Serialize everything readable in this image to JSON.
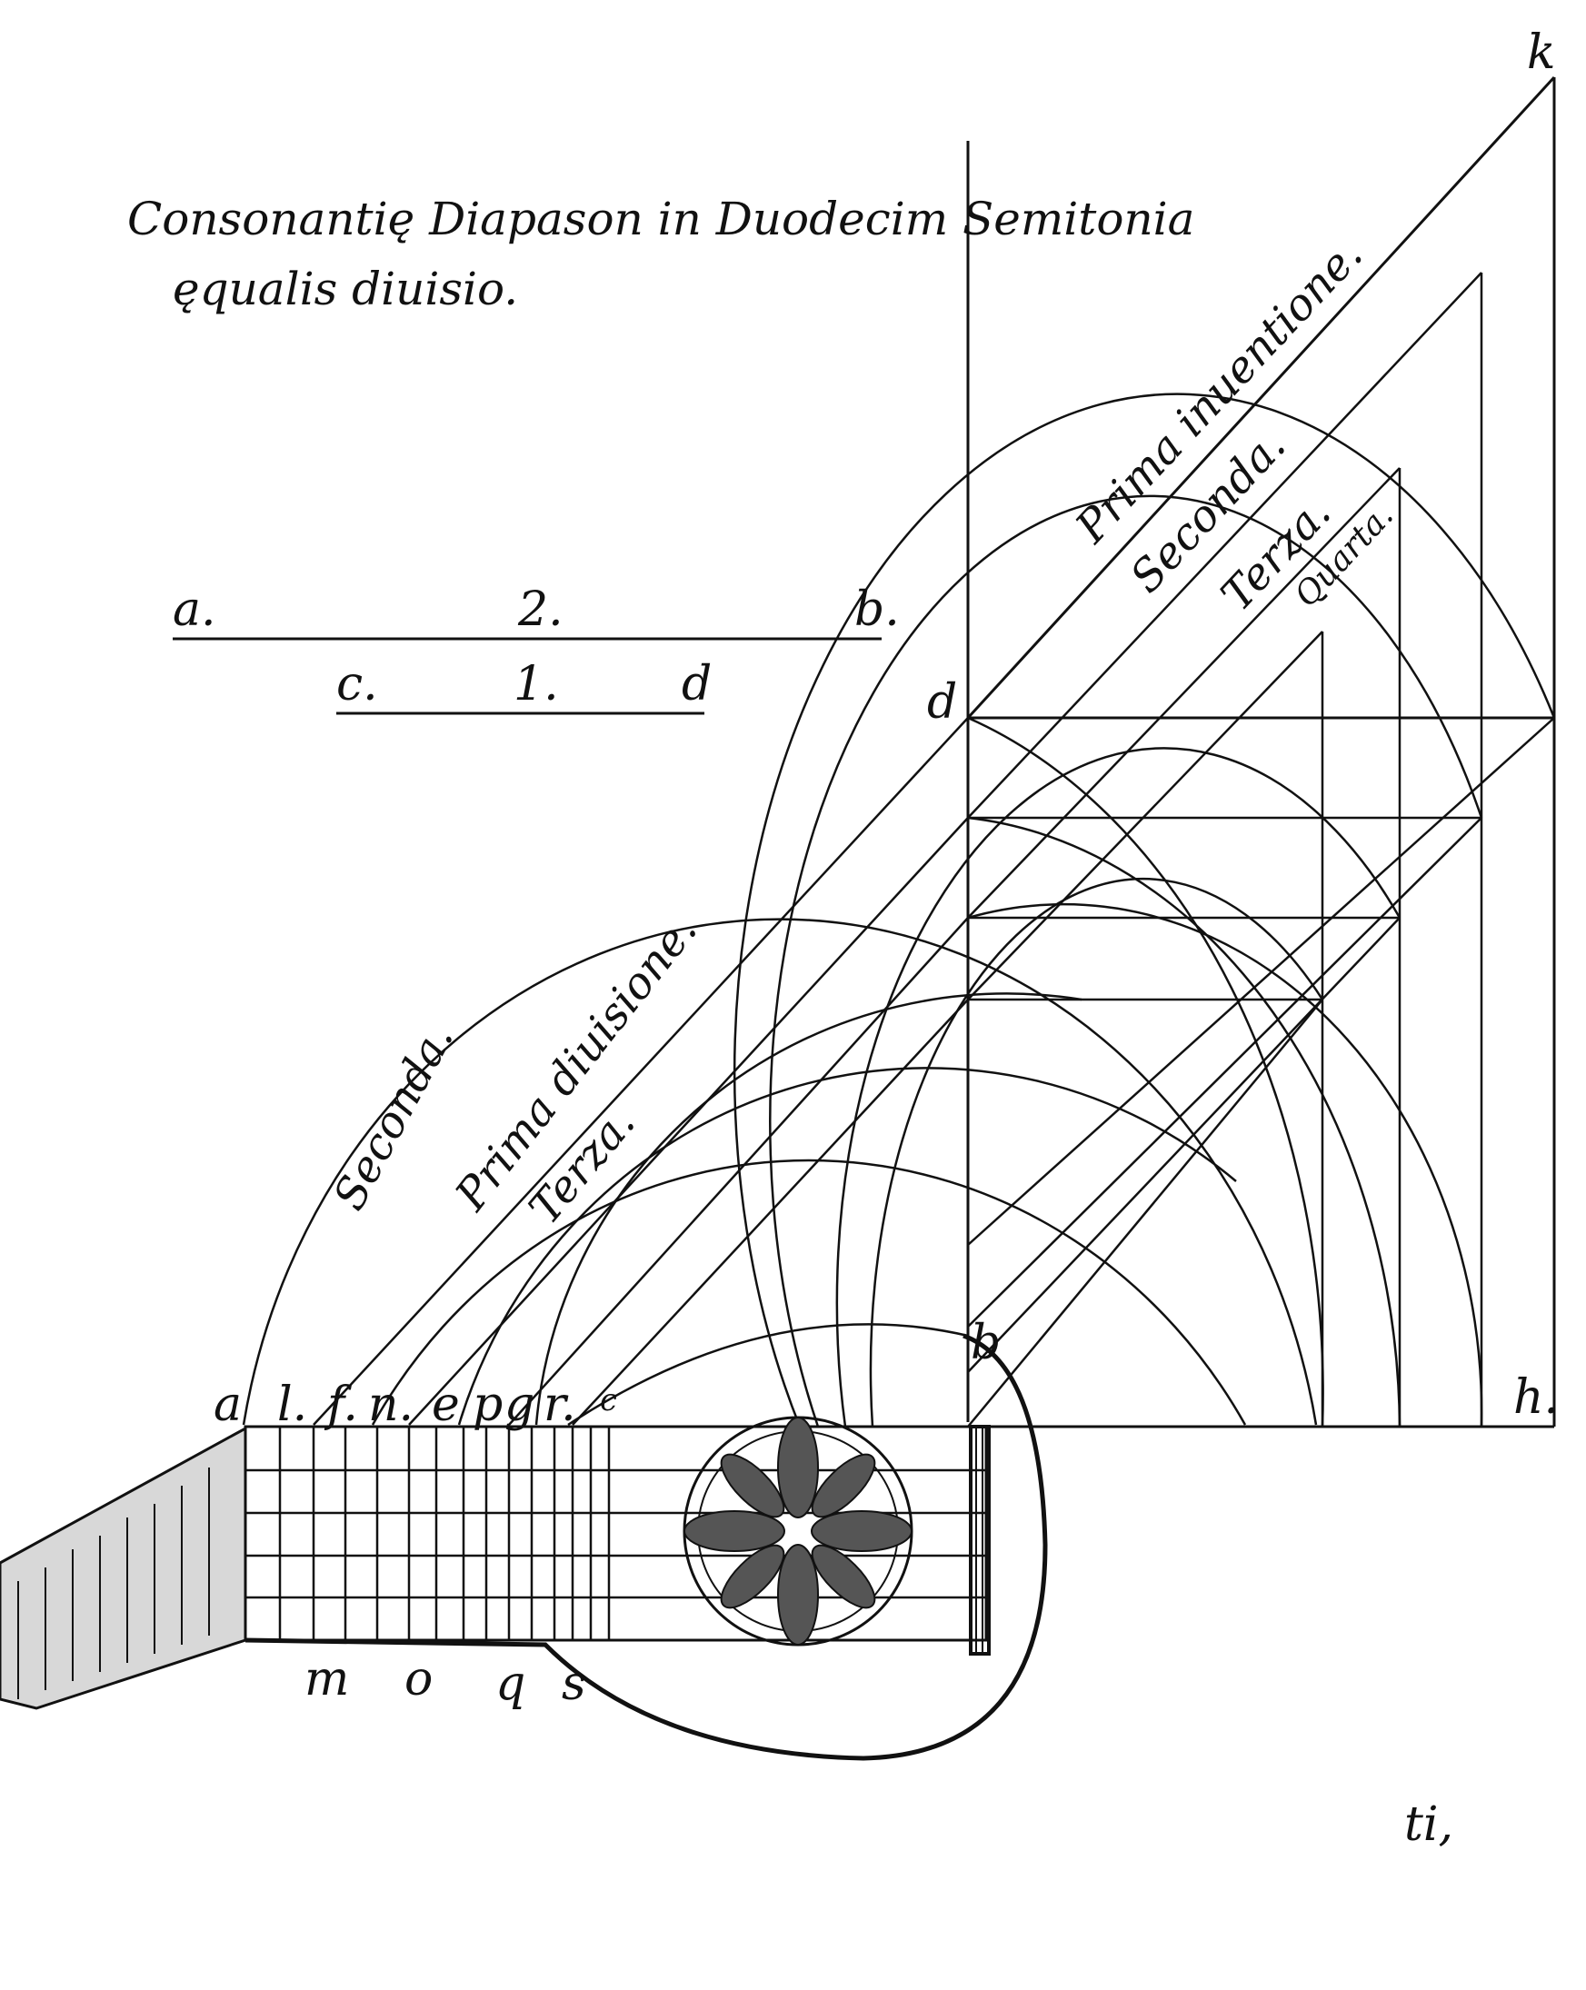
{
  "title": {
    "line1": "Consonantię Diapason in Duodecim Semitonia",
    "line2": "ęqualis diuisio."
  },
  "segments": {
    "long": {
      "start": "a.",
      "mid": "2.",
      "end": "b."
    },
    "short": {
      "start": "c.",
      "mid": "1.",
      "end": "d"
    }
  },
  "points": {
    "d": "d",
    "k": "k",
    "b": "b",
    "h": "h."
  },
  "fret_labels_top": [
    "a",
    "l.",
    "f.",
    "n.",
    "e",
    "p",
    "g",
    "r.",
    "c"
  ],
  "fret_labels_bottom": [
    "m",
    "o",
    "q",
    "s"
  ],
  "curve_labels": {
    "inv_prima": "Prima inuentione.",
    "inv_seconda": "Seconda.",
    "inv_terza": "Terza.",
    "inv_quarta": "Quarta.",
    "div_seconda": "Seconda.",
    "div_prima": "Prima diuisione.",
    "div_terza": "Terza."
  },
  "corner_mark": "ti,"
}
